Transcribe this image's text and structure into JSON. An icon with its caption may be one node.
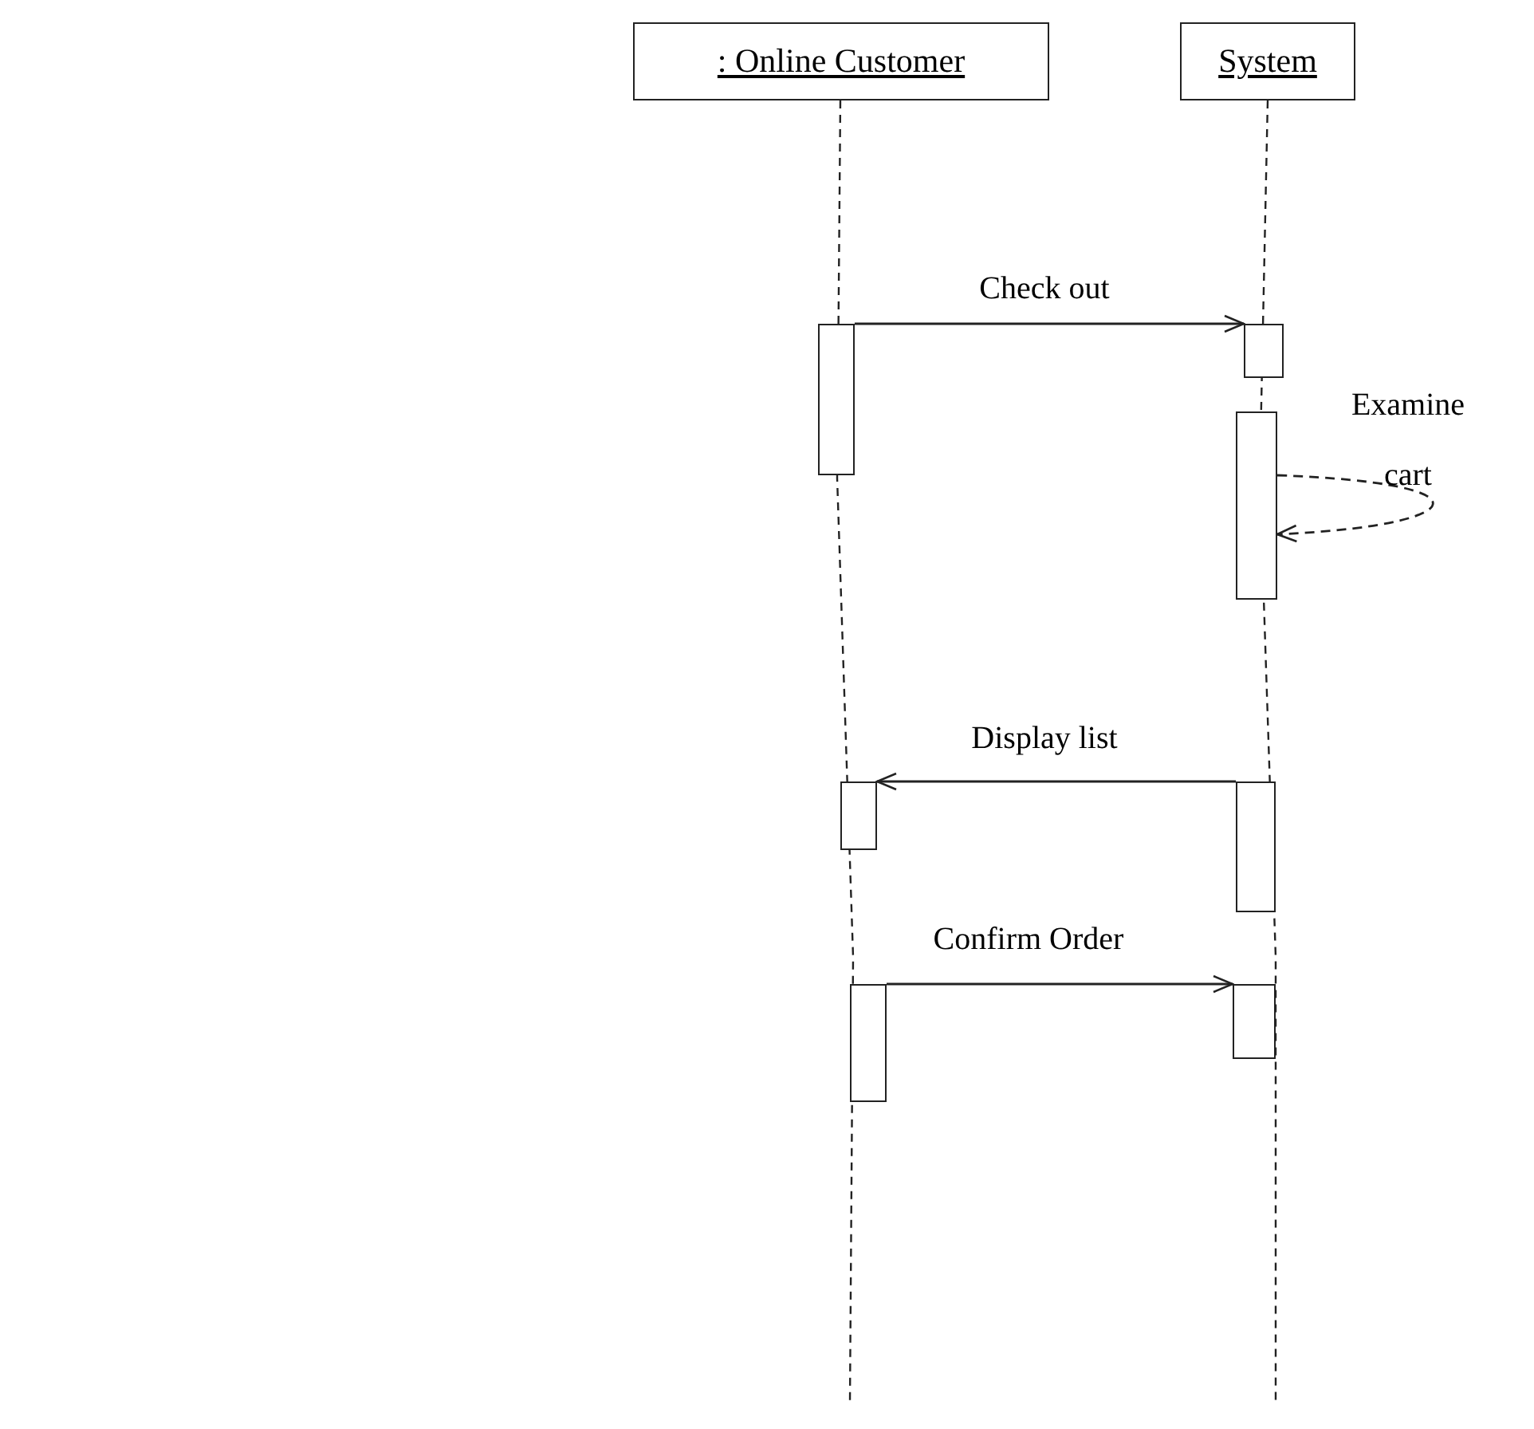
{
  "diagram": {
    "nodes": [
      {
        "text": [
          ": Online Customer"
        ]
      },
      {
        "text": [
          "System"
        ]
      },
      {
        "text": [],
        "shape": "bar"
      },
      {
        "text": [],
        "shape": "bar"
      },
      {
        "text": [],
        "shape": "bar"
      },
      {
        "text": [],
        "shape": "bar"
      },
      {
        "text": [],
        "shape": "bar"
      },
      {
        "text": [],
        "shape": "bar"
      },
      {
        "text": [],
        "shape": "bar"
      }
    ],
    "edges": [
      {
        "from": 2,
        "to": 3,
        "arrow": "to",
        "label": "Check out"
      },
      {
        "from": 4,
        "to": 4,
        "arrow": "to",
        "label": "Examine cart",
        "style": "dashed"
      },
      {
        "from": 6,
        "to": 5,
        "arrow": "to",
        "label": "Display list"
      },
      {
        "from": 7,
        "to": 8,
        "arrow": "to",
        "label": "Confirm Order"
      }
    ]
  }
}
